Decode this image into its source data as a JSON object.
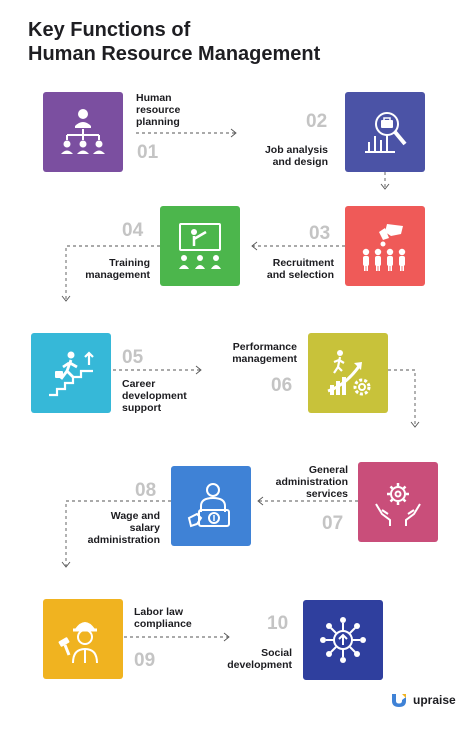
{
  "title": {
    "line1": "Key Functions of",
    "line2": "Human Resource Management"
  },
  "steps": [
    {
      "num": "01",
      "lines": [
        "Human",
        "resource",
        "planning"
      ],
      "color": "#7b4fa0",
      "icon": "org-chart-icon"
    },
    {
      "num": "02",
      "lines": [
        "Job analysis",
        "and design"
      ],
      "color": "#4b53a6",
      "icon": "job-analysis-icon"
    },
    {
      "num": "03",
      "lines": [
        "Recruitment",
        "and selection"
      ],
      "color": "#ef5a58",
      "icon": "recruitment-icon"
    },
    {
      "num": "04",
      "lines": [
        "Training",
        "management"
      ],
      "color": "#4cb64c",
      "icon": "training-board-icon"
    },
    {
      "num": "05",
      "lines": [
        "Career",
        "development",
        "support"
      ],
      "color": "#36b8d8",
      "icon": "career-stairs-icon"
    },
    {
      "num": "06",
      "lines": [
        "Performance",
        "management"
      ],
      "color": "#c8c23a",
      "icon": "performance-growth-icon"
    },
    {
      "num": "07",
      "lines": [
        "General",
        "administration",
        "services"
      ],
      "color": "#c94e7a",
      "icon": "gear-hands-icon"
    },
    {
      "num": "08",
      "lines": [
        "Wage and",
        "salary",
        "administration"
      ],
      "color": "#3f82d6",
      "icon": "salary-icon"
    },
    {
      "num": "09",
      "lines": [
        "Labor law",
        "compliance"
      ],
      "color": "#f0b320",
      "icon": "worker-law-icon"
    },
    {
      "num": "10",
      "lines": [
        "Social",
        "development"
      ],
      "color": "#2f3f9e",
      "icon": "social-network-icon"
    }
  ],
  "brand": {
    "name": "upraise",
    "color": "#3f82d6"
  }
}
